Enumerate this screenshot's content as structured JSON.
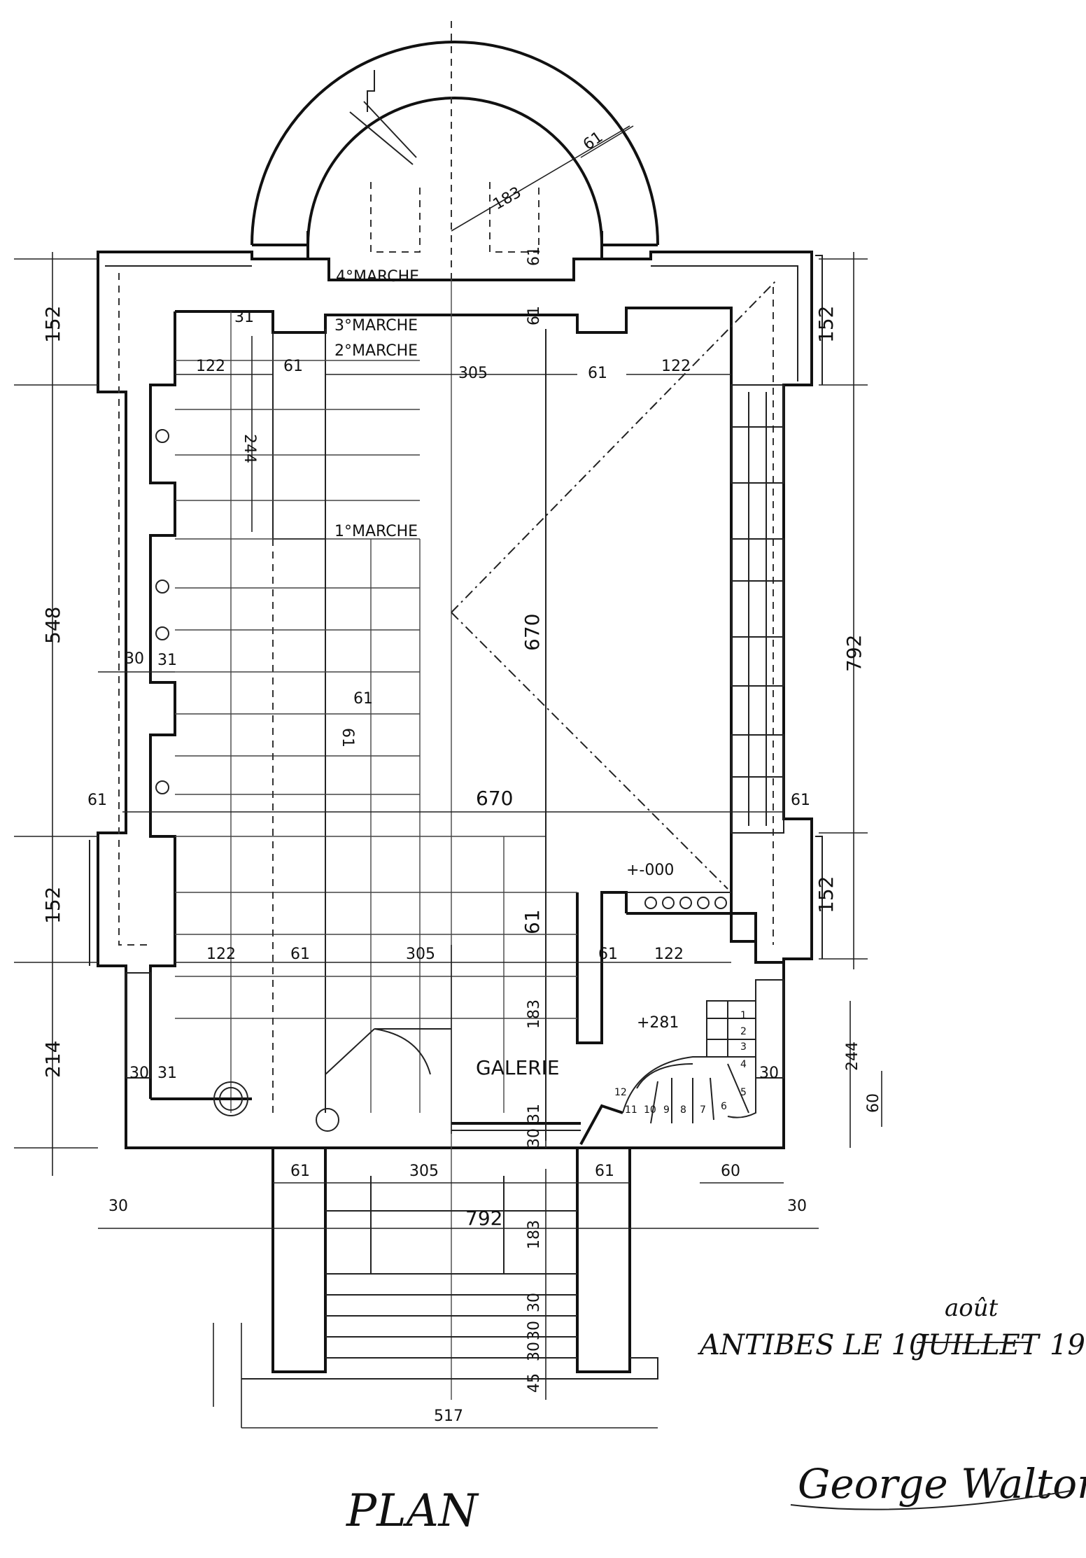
{
  "drawing": {
    "room_labels": {
      "galerie": "GALERIE"
    },
    "steps": {
      "marche4": "4°MARCHE",
      "marche3": "3°MARCHE",
      "marche2": "2°MARCHE",
      "marche1": "1°MARCHE"
    },
    "levels": {
      "floor": "+-000",
      "gallery": "+281"
    },
    "dims": {
      "arc_radius": "183",
      "arc_thickness": "61",
      "apse_depth": "61",
      "apse_depth2": "61",
      "left_top": "152",
      "left_mid": "548",
      "left_bot": "152",
      "left_gal": "214",
      "right_top": "152",
      "right_mid": "792",
      "right_bot": "152",
      "right_stair": "244",
      "right_stair_b": "60",
      "top_a": "122",
      "top_b": "61",
      "top_c": "305",
      "top_d": "61",
      "top_e": "122",
      "bay": "244",
      "mid_a": "122",
      "mid_b": "61",
      "mid_c": "305",
      "mid_d": "61",
      "mid_e": "122",
      "nave_v": "670",
      "nave_h": "670",
      "wall_left_a": "30",
      "wall_left_b": "31",
      "col_a": "31",
      "tile_h": "61",
      "tile_v": "61",
      "side_left": "61",
      "side_right": "61",
      "chancel": "61",
      "gal_depth": "183",
      "gal_a": "30",
      "gal_b": "31",
      "gal_r": "30",
      "gal_sep_a": "31",
      "gal_sep_b": "30",
      "porch_a": "61",
      "porch_b": "305",
      "porch_c": "61",
      "porch_d": "60",
      "overall": "792",
      "wall_l": "30",
      "wall_r": "30",
      "porch_depth": "183",
      "step_a": "30",
      "step_b": "30",
      "step_c": "30",
      "step_d": "45",
      "porch_width": "517"
    },
    "stair_numbers": [
      "1",
      "2",
      "3",
      "4",
      "5",
      "6",
      "7",
      "8",
      "9",
      "10",
      "11",
      "12"
    ],
    "place_date": {
      "place": "ANTIBES LE 10",
      "month_struck": "JUILLET",
      "month_added": "août",
      "year": "19"
    },
    "title": "PLAN",
    "signature": "George Walton"
  }
}
